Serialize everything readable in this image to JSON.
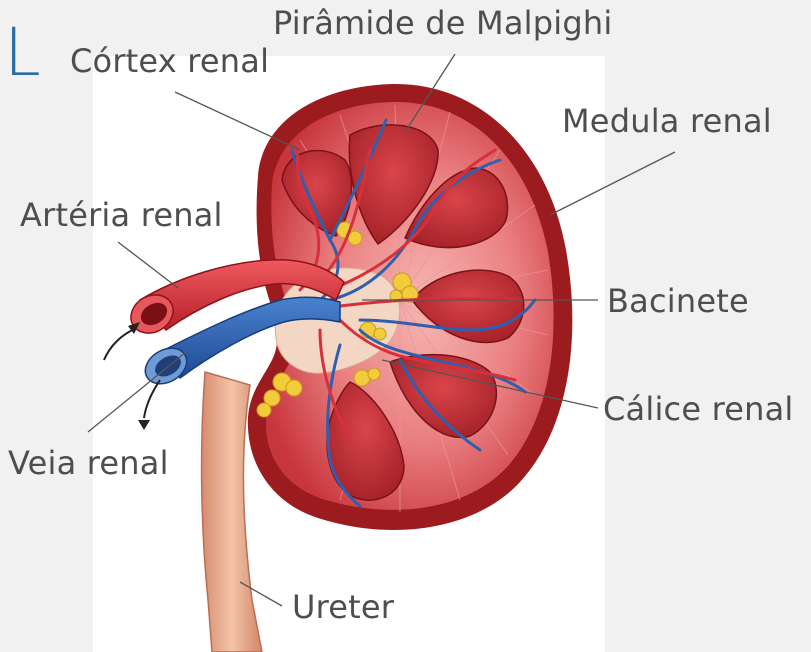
{
  "corner_letter": "L",
  "labels": {
    "piramide": "Pirâmide de Malpighi",
    "cortex": "Córtex renal",
    "medula": "Medula renal",
    "arteria": "Artéria renal",
    "bacinete": "Bacinete",
    "calice": "Cálice renal",
    "veia": "Veia renal",
    "ureter": "Ureter"
  },
  "colors": {
    "background": "#f1f1f1",
    "panel": "#ffffff",
    "label_text": "#4e4e4e",
    "corner_letter": "#2b6da1",
    "capsule": "#9c1b1e",
    "cortex": "#d74f55",
    "pyramid": "#b52a31",
    "artery": "#d8303a",
    "vein": "#2f5fae",
    "fat": "#f2cc3a",
    "ureter": "#e9ad8f",
    "leader_line": "#555555"
  }
}
